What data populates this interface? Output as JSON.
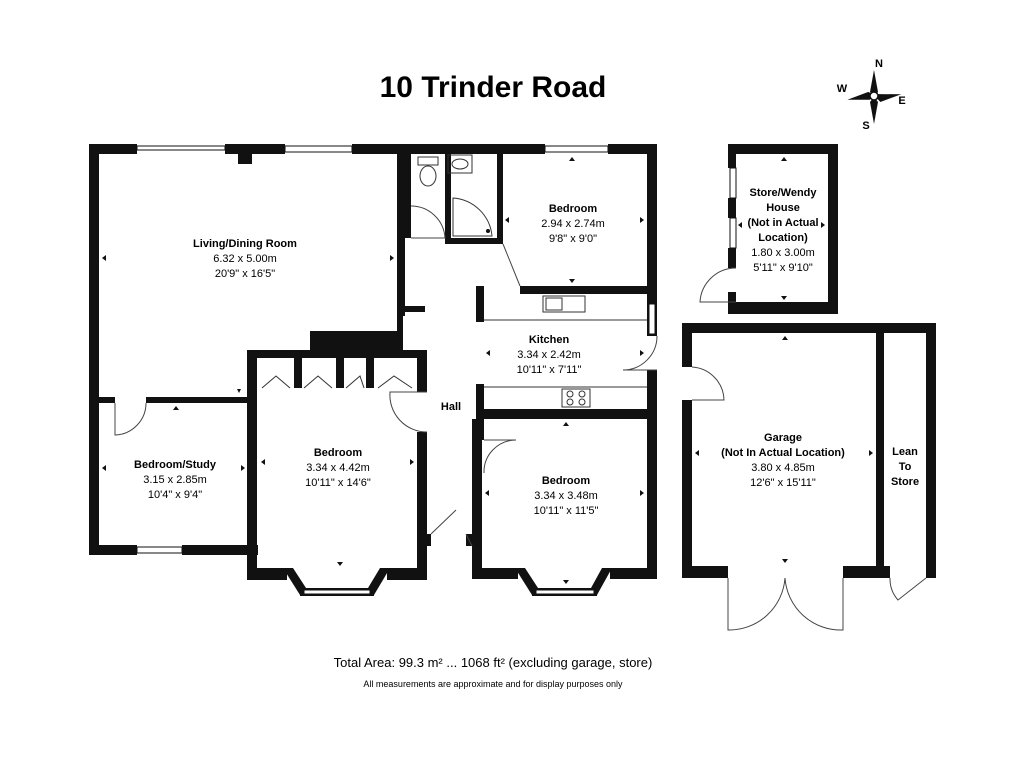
{
  "title": "10 Trinder Road",
  "compass": {
    "n": "N",
    "s": "S",
    "e": "E",
    "w": "W"
  },
  "rooms": {
    "living": {
      "name": "Living/Dining Room",
      "metric": "6.32 x 5.00m",
      "imperial": "20'9\" x 16'5\""
    },
    "bedroom_ne": {
      "name": "Bedroom",
      "metric": "2.94 x 2.74m",
      "imperial": "9'8\" x 9'0\""
    },
    "kitchen": {
      "name": "Kitchen",
      "metric": "3.34 x 2.42m",
      "imperial": "10'11\" x 7'11\""
    },
    "hall": {
      "name": "Hall"
    },
    "bedroom_center": {
      "name": "Bedroom",
      "metric": "3.34 x 4.42m",
      "imperial": "10'11\" x 14'6\""
    },
    "bedroom_study": {
      "name": "Bedroom/Study",
      "metric": "3.15 x 2.85m",
      "imperial": "10'4\" x 9'4\""
    },
    "bedroom_se": {
      "name": "Bedroom",
      "metric": "3.34 x 3.48m",
      "imperial": "10'11\" x 11'5\""
    },
    "store": {
      "lines": [
        "Store/Wendy",
        "House",
        "(Not in Actual",
        "Location)"
      ],
      "metric": "1.80 x 3.00m",
      "imperial": "5'11\" x 9'10\""
    },
    "garage": {
      "name": "Garage",
      "note": "(Not In Actual Location)",
      "metric": "3.80 x 4.85m",
      "imperial": "12'6\" x 15'11\""
    },
    "lean_to": {
      "lines": [
        "Lean",
        "To",
        "Store"
      ]
    }
  },
  "footer": {
    "total": "Total Area: 99.3 m² ... 1068 ft² (excluding garage, store)",
    "note": "All measurements are approximate and for display purposes only"
  }
}
